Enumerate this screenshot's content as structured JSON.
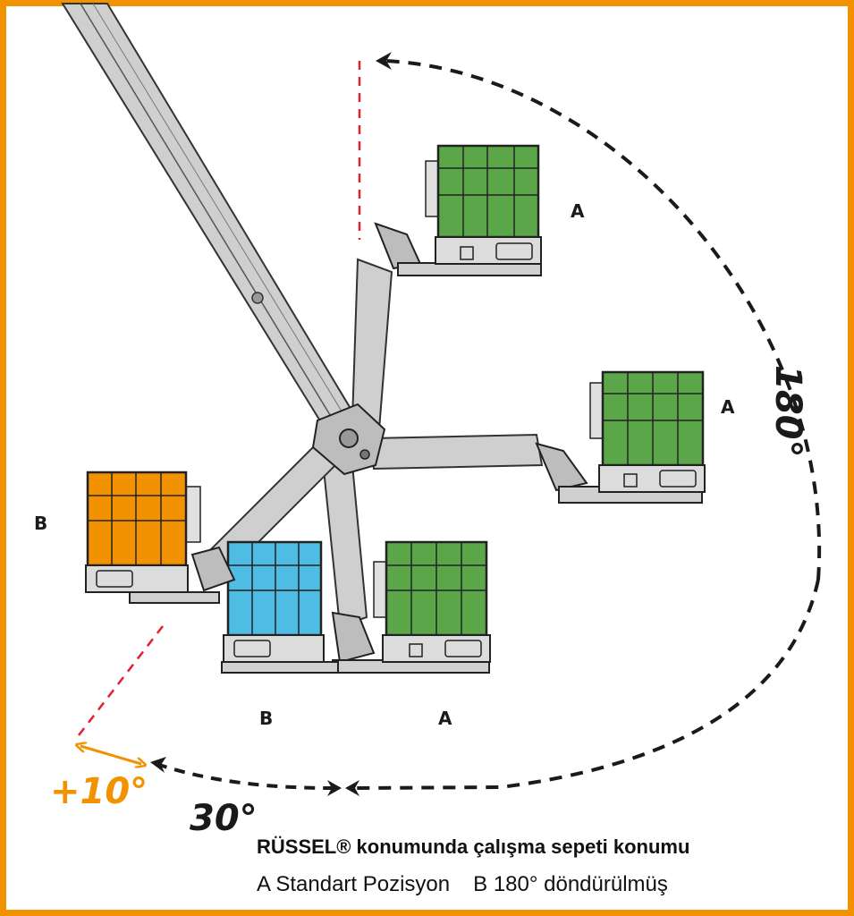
{
  "colors": {
    "frame": "#f39200",
    "basket_standard": "#5aa648",
    "basket_rotated": "#f39200",
    "basket_reference": "#4fbde3",
    "boom": "#cfcfcf",
    "reference_line": "#e4202f",
    "arc": "#1a1a1a"
  },
  "labels": {
    "position_a": "A",
    "position_b": "B"
  },
  "angles": {
    "main": "180°",
    "sector": "30°",
    "extra": "+10°"
  },
  "caption": {
    "title": "RÜSSEL® konumunda çalışma sepeti konumu",
    "legend_a": "A Standart Pozisyon",
    "legend_b": "B  180° döndürülmüş"
  }
}
